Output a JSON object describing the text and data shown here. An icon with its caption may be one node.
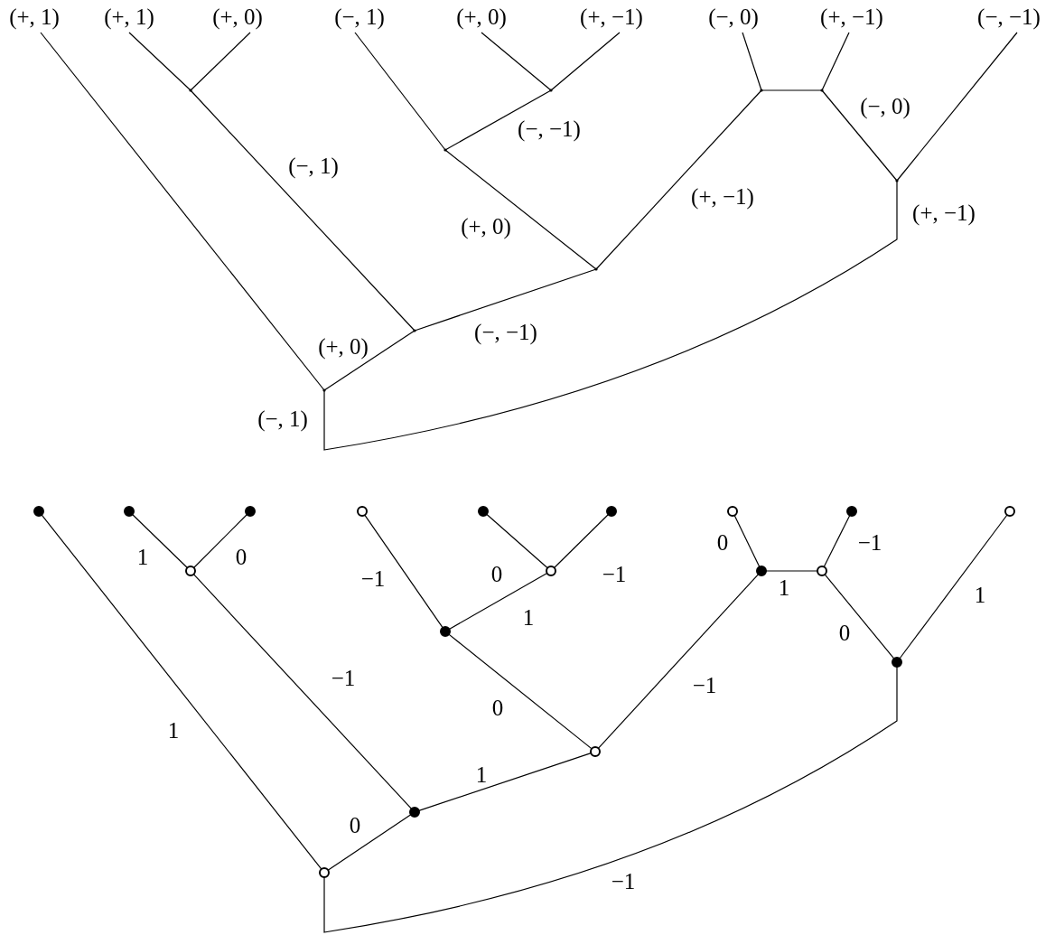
{
  "diagram": {
    "nodes": [
      {
        "text": [
          "(+, 1)"
        ]
      },
      {
        "text": [
          "(+, 1)"
        ]
      },
      {
        "text": [
          "(+, 0)"
        ]
      },
      {
        "text": [
          "(−, 1)"
        ]
      },
      {
        "text": [
          "(+, 0)"
        ]
      },
      {
        "text": [
          "(+, −1)"
        ]
      },
      {
        "text": [
          "(−, 0)"
        ]
      },
      {
        "text": [
          "(+, −1)"
        ]
      },
      {
        "text": [
          "(−, −1)"
        ]
      },
      {
        "text": [],
        "shape": "point"
      },
      {
        "text": [],
        "shape": "point"
      },
      {
        "text": [],
        "shape": "point"
      },
      {
        "text": [],
        "shape": "point"
      },
      {
        "text": [],
        "shape": "point"
      },
      {
        "text": [],
        "shape": "point"
      },
      {
        "text": [],
        "shape": "point"
      },
      {
        "text": [],
        "shape": "point"
      },
      {
        "text": [],
        "shape": "point"
      },
      {
        "text": [],
        "shape": "dot"
      },
      {
        "text": [],
        "shape": "dot"
      },
      {
        "text": [],
        "shape": "dot"
      },
      {
        "text": [],
        "shape": "circle"
      },
      {
        "text": [],
        "shape": "dot"
      },
      {
        "text": [],
        "shape": "dot"
      },
      {
        "text": [],
        "shape": "circle"
      },
      {
        "text": [],
        "shape": "dot"
      },
      {
        "text": [],
        "shape": "circle"
      },
      {
        "text": [],
        "shape": "circle"
      },
      {
        "text": [],
        "shape": "circle"
      },
      {
        "text": [],
        "shape": "dot"
      },
      {
        "text": [],
        "shape": "circle"
      },
      {
        "text": [],
        "shape": "dot"
      },
      {
        "text": [],
        "shape": "dot"
      },
      {
        "text": [],
        "shape": "circle"
      },
      {
        "text": [],
        "shape": "dot"
      },
      {
        "text": [],
        "shape": "circle"
      }
    ],
    "edges": [
      {
        "from": 0,
        "to": 17,
        "arrow": "none"
      },
      {
        "from": 1,
        "to": 9,
        "arrow": "none"
      },
      {
        "from": 2,
        "to": 9,
        "arrow": "none"
      },
      {
        "from": 3,
        "to": 13,
        "arrow": "none"
      },
      {
        "from": 4,
        "to": 10,
        "arrow": "none"
      },
      {
        "from": 5,
        "to": 10,
        "arrow": "none"
      },
      {
        "from": 10,
        "to": 13,
        "arrow": "none",
        "label": "(−, −1)"
      },
      {
        "from": 6,
        "to": 11,
        "arrow": "none"
      },
      {
        "from": 7,
        "to": 12,
        "arrow": "none"
      },
      {
        "from": 11,
        "to": 12,
        "arrow": "none"
      },
      {
        "from": 12,
        "to": 14,
        "arrow": "none",
        "label": "(−, 0)"
      },
      {
        "from": 8,
        "to": 14,
        "arrow": "none"
      },
      {
        "from": 13,
        "to": 15,
        "arrow": "none",
        "label": "(+, 0)"
      },
      {
        "from": 11,
        "to": 15,
        "arrow": "none",
        "label": "(+, −1)"
      },
      {
        "from": 9,
        "to": 16,
        "arrow": "none",
        "label": "(−, 1)"
      },
      {
        "from": 15,
        "to": 16,
        "arrow": "none",
        "label": "(−, −1)"
      },
      {
        "from": 16,
        "to": 17,
        "arrow": "none",
        "label": "(+, 0)"
      },
      {
        "from": 17,
        "to": 14,
        "arrow": "none",
        "label": "(−, 1)"
      },
      {
        "from": 18,
        "to": 35,
        "arrow": "none",
        "label": "1"
      },
      {
        "from": 19,
        "to": 27,
        "arrow": "none",
        "label": "1"
      },
      {
        "from": 20,
        "to": 27,
        "arrow": "none",
        "label": "0"
      },
      {
        "from": 21,
        "to": 31,
        "arrow": "none",
        "label": "−1"
      },
      {
        "from": 22,
        "to": 28,
        "arrow": "none",
        "label": "0"
      },
      {
        "from": 23,
        "to": 28,
        "arrow": "none",
        "label": "−1"
      },
      {
        "from": 28,
        "to": 31,
        "arrow": "none",
        "label": "1"
      },
      {
        "from": 24,
        "to": 29,
        "arrow": "none",
        "label": "0"
      },
      {
        "from": 25,
        "to": 30,
        "arrow": "none",
        "label": "−1"
      },
      {
        "from": 29,
        "to": 30,
        "arrow": "none",
        "label": "1"
      },
      {
        "from": 30,
        "to": 32,
        "arrow": "none",
        "label": "0"
      },
      {
        "from": 26,
        "to": 32,
        "arrow": "none",
        "label": "1"
      },
      {
        "from": 31,
        "to": 33,
        "arrow": "none",
        "label": "0"
      },
      {
        "from": 29,
        "to": 33,
        "arrow": "none",
        "label": "−1"
      },
      {
        "from": 27,
        "to": 34,
        "arrow": "none",
        "label": "−1"
      },
      {
        "from": 33,
        "to": 34,
        "arrow": "none",
        "label": "1"
      },
      {
        "from": 34,
        "to": 35,
        "arrow": "none",
        "label": "0"
      },
      {
        "from": 35,
        "to": 32,
        "arrow": "none",
        "label": "−1"
      }
    ],
    "labels": [
      "(+, −1)"
    ]
  }
}
